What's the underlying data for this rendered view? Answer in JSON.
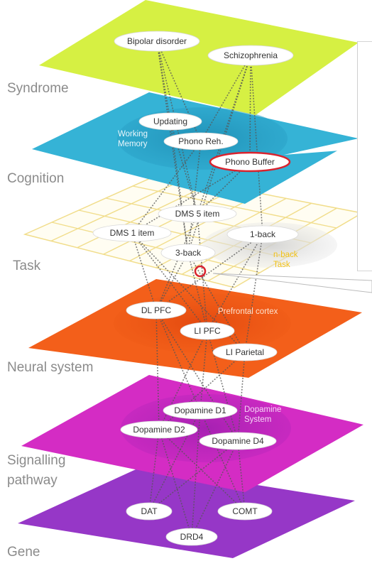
{
  "colors": {
    "syndrome": "#d6f043",
    "cognition": "#35b3d6",
    "task_grid": "#f1dd8b",
    "neural": "#f35f1a",
    "signalling": "#d42cc4",
    "gene": "#9637c7",
    "highlight_ring": "#d9232e",
    "label_gray": "#8b8b8b",
    "region_text": "#f2c218"
  },
  "layers": [
    {
      "id": "syndrome",
      "label": "Syndrome"
    },
    {
      "id": "cognition",
      "label": "Cognition"
    },
    {
      "id": "task",
      "label": "Task"
    },
    {
      "id": "neural",
      "label": "Neural system"
    },
    {
      "id": "signalling",
      "label": "Signalling\npathway"
    },
    {
      "id": "gene",
      "label": "Gene"
    }
  ],
  "nodes": {
    "bipolar": "Bipolar disorder",
    "schizophrenia": "Schizophrenia",
    "updating": "Updating",
    "phono_reh": "Phono Reh.",
    "phono_buffer": "Phono Buffer",
    "dms5": "DMS 5 item",
    "dms1": "DMS 1 item",
    "oneback": "1-back",
    "threeback": "3-back",
    "dlpfc": "DL PFC",
    "lipfc": "LI PFC",
    "liparietal": "LI Parietal",
    "d1": "Dopamine D1",
    "d2": "Dopamine D2",
    "d4": "Dopamine D4",
    "dat": "DAT",
    "comt": "COMT",
    "drd4": "DRD4"
  },
  "regions": {
    "working_memory": "Working\nMemory",
    "nback_task": "n-back\nTask",
    "prefrontal": "Prefrontal cortex",
    "dopamine_system": "Dopamine\nSystem"
  }
}
